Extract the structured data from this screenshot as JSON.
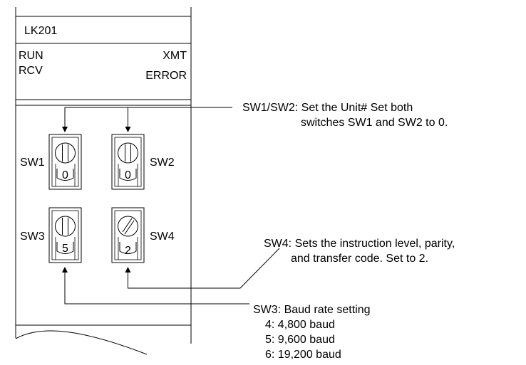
{
  "unit": {
    "model": "LK201",
    "indicators": {
      "run": "RUN",
      "rcv": "RCV",
      "xmt": "XMT",
      "error": "ERROR"
    }
  },
  "switches": [
    {
      "label": "SW1",
      "value": "0"
    },
    {
      "label": "SW2",
      "value": "0"
    },
    {
      "label": "SW3",
      "value": "5"
    },
    {
      "label": "SW4",
      "value": "2"
    }
  ],
  "callouts": {
    "sw12": {
      "line1": "SW1/SW2:  Set the Unit# Set both",
      "line2": "switches SW1 and SW2 to 0."
    },
    "sw4": {
      "line1": "SW4: Sets the instruction level, parity,",
      "line2": "and transfer code. Set to 2."
    },
    "sw3": {
      "title": "SW3: Baud rate setting",
      "options": [
        "4: 4,800 baud",
        "5: 9,600 baud",
        "6: 19,200 baud"
      ]
    }
  }
}
